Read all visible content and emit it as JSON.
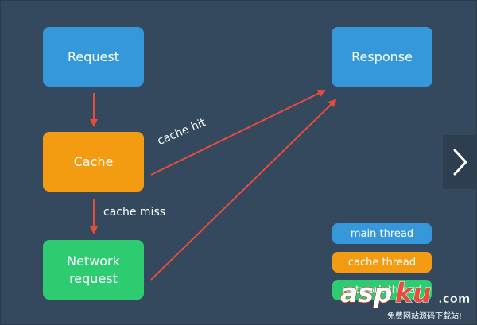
{
  "nodes": {
    "request": "Request",
    "cache": "Cache",
    "network": "Network request",
    "response": "Response"
  },
  "edges": {
    "cache_hit": "cache hit",
    "cache_miss": "cache miss"
  },
  "legend": {
    "main_thread": "main thread",
    "cache_thread": "cache thread",
    "network_thread": "network thread"
  },
  "watermark": {
    "brand": "aspku.com",
    "tagline": "免费网站源码下载站!"
  },
  "colors": {
    "background": "#34495e",
    "main_thread": "#3498db",
    "cache_thread": "#f39c12",
    "network_thread": "#2ecc71",
    "arrow": "#e74c3c"
  },
  "icons": {
    "next": "chevron-right-icon"
  }
}
